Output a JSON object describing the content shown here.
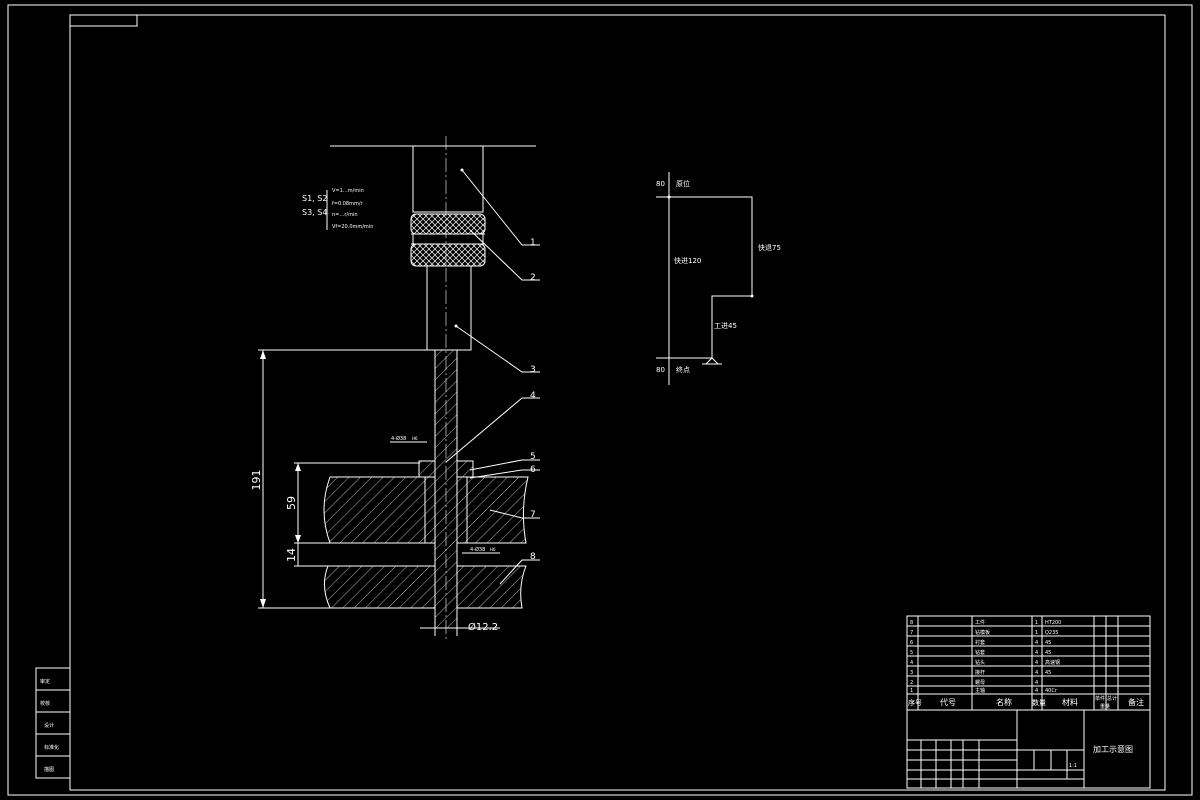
{
  "drawing": {
    "title": "加工示意图",
    "cutting_params": {
      "stations_a": "S1, S2",
      "stations_b": "S3, S4",
      "p1": "V=1…m/min",
      "p2": "f=0.08mm/r",
      "p3": "n=…r/min",
      "p4": "Vf=20.0mm/min"
    },
    "dimensions": {
      "total_height": "191",
      "height_59": "59",
      "height_14": "14",
      "diameter": "Ø12.2",
      "hole_upper": "4-Ø38",
      "hole_lower": "4-Ø38",
      "tol_upper": "H6",
      "tol_lower": "H6"
    },
    "balloons": [
      "1",
      "2",
      "3",
      "4",
      "5",
      "6",
      "7",
      "8"
    ],
    "cycle": {
      "top_value": "80",
      "top_label": "原位",
      "bottom_value": "80",
      "bottom_label": "终点",
      "fast_in": "快进120",
      "work_feed": "工进45",
      "fast_return": "快退75"
    }
  },
  "title_block": {
    "bom_rows": [
      {
        "no": "8",
        "code": "",
        "name": "工件",
        "qty": "1",
        "material": "HT200"
      },
      {
        "no": "7",
        "code": "",
        "name": "钻模板",
        "qty": "1",
        "material": "Q235"
      },
      {
        "no": "6",
        "code": "",
        "name": "衬套",
        "qty": "4",
        "material": "45"
      },
      {
        "no": "5",
        "code": "",
        "name": "钻套",
        "qty": "4",
        "material": "45"
      },
      {
        "no": "4",
        "code": "",
        "name": "钻头",
        "qty": "4",
        "material": "高速钢"
      },
      {
        "no": "3",
        "code": "",
        "name": "接杆",
        "qty": "4",
        "material": "45"
      },
      {
        "no": "2",
        "code": "",
        "name": "螺母",
        "qty": "4",
        "material": ""
      },
      {
        "no": "1",
        "code": "",
        "name": "主轴",
        "qty": "4",
        "material": "40Cr"
      }
    ],
    "header": {
      "no": "序号",
      "code": "代号",
      "name": "名称",
      "qty": "数量",
      "material": "材料",
      "unit_weight": "单件",
      "total_weight": "总计",
      "weight": "重量",
      "remark": "备注"
    },
    "drawing_name": "加工示意图",
    "scale": "1:1"
  },
  "side_column": [
    "审定",
    "校核",
    "设计",
    "标准化",
    "描图"
  ]
}
